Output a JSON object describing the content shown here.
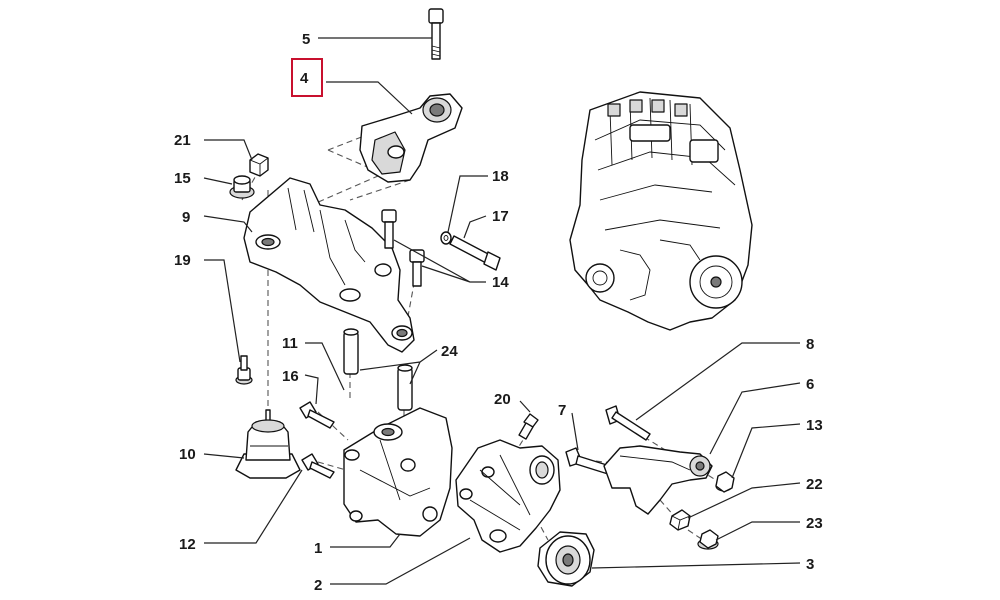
{
  "diagram": {
    "highlighted_callout": "4",
    "highlight_color": "#c8102e",
    "callouts": {
      "c1": "1",
      "c2": "2",
      "c3": "3",
      "c4": "4",
      "c5": "5",
      "c6": "6",
      "c7": "7",
      "c8": "8",
      "c9": "9",
      "c10": "10",
      "c11": "11",
      "c12": "12",
      "c13": "13",
      "c14": "14",
      "c15": "15",
      "c16": "16",
      "c17": "17",
      "c18": "18",
      "c19": "19",
      "c20": "20",
      "c21": "21",
      "c22": "22",
      "c23": "23",
      "c24": "24"
    }
  }
}
